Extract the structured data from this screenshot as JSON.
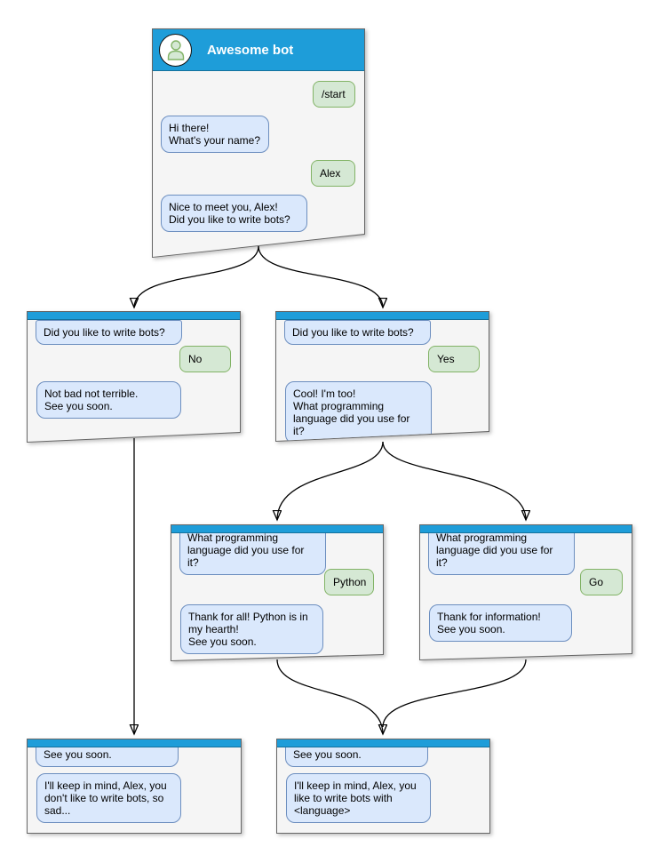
{
  "diagram": {
    "type": "chatbot conversation flowchart",
    "colors": {
      "titlebar": "#1E9DD9",
      "window_bg": "#F5F5F5",
      "window_border": "#666666",
      "bot_bubble_fill": "#DAE8FC",
      "bot_bubble_border": "#6C8EBF",
      "user_bubble_fill": "#D5E8D4",
      "user_bubble_border": "#82B366",
      "arrow": "#000000"
    },
    "nodes": {
      "root": {
        "title": "Awesome bot",
        "avatar_icon": "person-icon",
        "messages": [
          {
            "from": "user",
            "text": "/start"
          },
          {
            "from": "bot",
            "text": "Hi there!\nWhat's your name?"
          },
          {
            "from": "user",
            "text": "Alex"
          },
          {
            "from": "bot",
            "text": "Nice to meet you, Alex!\nDid you like to write bots?"
          }
        ]
      },
      "branch_no": {
        "messages": [
          {
            "from": "bot",
            "text": "Did you like to write bots?"
          },
          {
            "from": "user",
            "text": "No"
          },
          {
            "from": "bot",
            "text": "Not bad not terrible.\nSee you soon."
          }
        ]
      },
      "branch_yes": {
        "messages": [
          {
            "from": "bot",
            "text": "Did you like to write bots?"
          },
          {
            "from": "user",
            "text": "Yes"
          },
          {
            "from": "bot",
            "text": "Cool! I'm too!\nWhat programming\nlanguage did you use for it?"
          }
        ]
      },
      "branch_python": {
        "messages": [
          {
            "from": "bot",
            "text": "What programming\nlanguage did you use for it?"
          },
          {
            "from": "user",
            "text": "Python"
          },
          {
            "from": "bot",
            "text": "Thank for all! Python is in\nmy hearth!\nSee you soon."
          }
        ]
      },
      "branch_go": {
        "messages": [
          {
            "from": "bot",
            "text": "What programming\nlanguage did you use for it?"
          },
          {
            "from": "user",
            "text": "Go"
          },
          {
            "from": "bot",
            "text": "Thank for information!\nSee you soon."
          }
        ]
      },
      "end_no": {
        "messages": [
          {
            "from": "bot",
            "text": "See you soon."
          },
          {
            "from": "bot",
            "text": "I'll keep in mind, Alex, you\ndon't like to write bots, so\nsad..."
          }
        ]
      },
      "end_yes": {
        "messages": [
          {
            "from": "bot",
            "text": "See you soon."
          },
          {
            "from": "bot",
            "text": "I'll keep in mind, Alex, you\nlike to write bots with\n<language>"
          }
        ]
      }
    },
    "edges": [
      {
        "from": "root",
        "to": "branch_no"
      },
      {
        "from": "root",
        "to": "branch_yes"
      },
      {
        "from": "branch_yes",
        "to": "branch_python"
      },
      {
        "from": "branch_yes",
        "to": "branch_go"
      },
      {
        "from": "branch_no",
        "to": "end_no"
      },
      {
        "from": "branch_python",
        "to": "end_yes"
      },
      {
        "from": "branch_go",
        "to": "end_yes"
      }
    ]
  }
}
